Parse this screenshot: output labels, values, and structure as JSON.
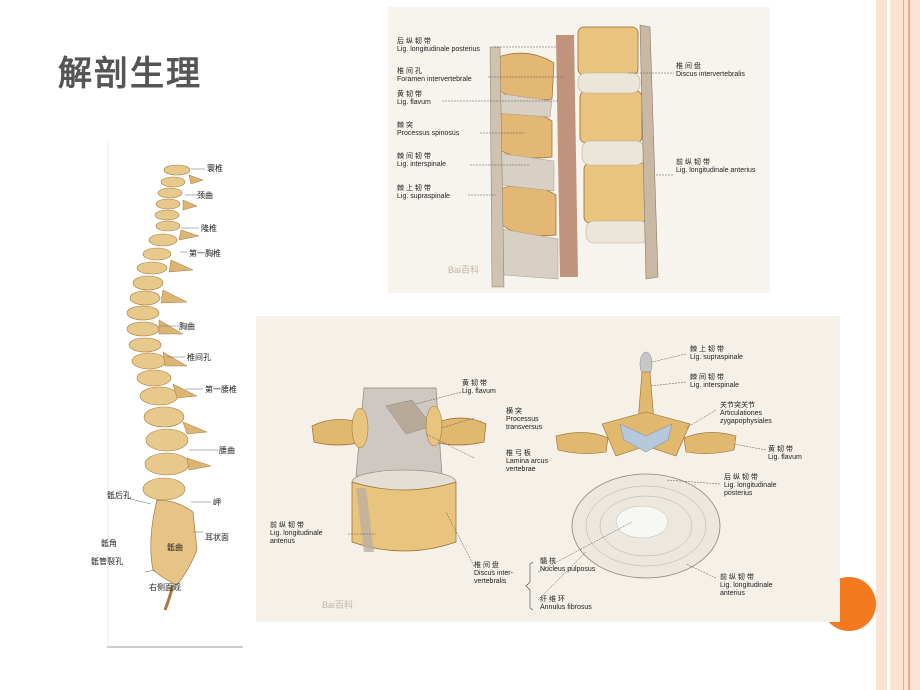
{
  "slide": {
    "title": "解剖生理",
    "colors": {
      "accent_dot": "#f47a20",
      "border": "#f4a883",
      "title": "#555555"
    }
  },
  "spine_figure": {
    "labels": [
      "寰椎",
      "颈曲",
      "隆椎",
      "第一胸椎",
      "胸曲",
      "椎间孔",
      "第一腰椎",
      "腰曲",
      "岬",
      "耳状面",
      "骶后孔",
      "骶角",
      "骶管裂孔",
      "骶曲"
    ],
    "caption": "右侧面观"
  },
  "sagittal_figure": {
    "left_labels": [
      {
        "cn": "后 纵 韧 带",
        "la": "Lig. longitudinale posterius"
      },
      {
        "cn": "椎 间 孔",
        "la": "Foramen intervertebrale"
      },
      {
        "cn": "黄 韧 带",
        "la": "Lig. flavum"
      },
      {
        "cn": "棘 突",
        "la": "Processus spinosus"
      },
      {
        "cn": "棘 间 韧 带",
        "la": "Lig. interspinale"
      },
      {
        "cn": "棘 上 韧 带",
        "la": "Lig. supraspinale"
      }
    ],
    "right_labels": [
      {
        "cn": "椎 间 盘",
        "la": "Discus intervertebralis"
      },
      {
        "cn": "前 纵 韧 带",
        "la": "Lig. longitudinale anterius"
      }
    ],
    "watermark": "Bai百科"
  },
  "cross_figure": {
    "labels": {
      "flavum_cn": "黄 韧 带",
      "flavum_la": "Lig. flavum",
      "transv_cn": "横 突",
      "transv_la": "Processus\ntransversus",
      "lamina_cn": "椎 弓 板",
      "lamina_la": "Lamina arcus\nvertebrae",
      "ant_cn": "前 纵 韧 带",
      "ant_la": "Lig. longitudinale\nanterius",
      "disc_cn": "椎 间 盘",
      "disc_la": "Discus inter-\nvertebralis",
      "nucleus_cn": "髓 核",
      "nucleus_la": "Nucleus pulposus",
      "annulus_cn": "纤 维 环",
      "annulus_la": "Annulus fibrosus",
      "supra_cn": "棘 上 韧 带",
      "supra_la": "Lig. supraspinale",
      "inter_cn": "棘 间 韧 带",
      "inter_la": "Lig. interspinale",
      "artic_cn": "关节突关节",
      "artic_la": "Articulationes\nzygapophysiales",
      "flavum2_cn": "黄 韧 带",
      "flavum2_la": "Lig. flavum",
      "post_cn": "后 纵 韧 带",
      "post_la": "Lig. longitudinale\nposterius",
      "ant2_cn": "前 纵 韧 带",
      "ant2_la": "Lig. longitudinale\nanterius"
    },
    "watermark": "Bai百科"
  }
}
